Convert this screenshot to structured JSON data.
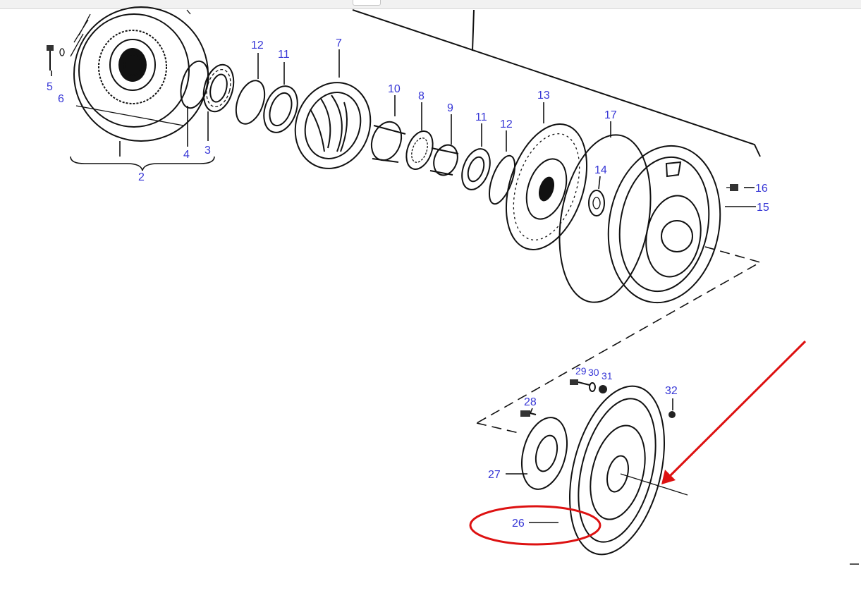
{
  "labels": {
    "n2": "2",
    "n3": "3",
    "n4": "4",
    "n5": "5",
    "n6": "6",
    "n7": "7",
    "n8": "8",
    "n9": "9",
    "n10": "10",
    "n11a": "11",
    "n11b": "11",
    "n12a": "12",
    "n12b": "12",
    "n13": "13",
    "n14": "14",
    "n15": "15",
    "n16": "16",
    "n17": "17",
    "n26": "26",
    "n27": "27",
    "n28": "28",
    "n29": "29",
    "n30": "30",
    "n31": "31",
    "n32": "32"
  },
  "colors": {
    "callout_text": "#3636d6",
    "line_art": "#111111",
    "highlight": "#dd1111"
  },
  "annotations": {
    "highlighted_part": "26",
    "arrow_target_part": "26"
  }
}
